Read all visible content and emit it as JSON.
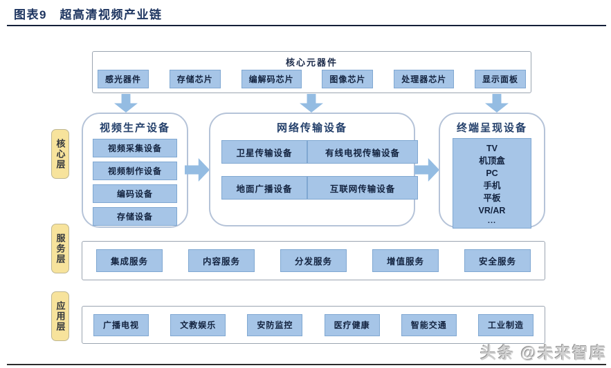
{
  "header": {
    "title": "图表9　超高清视频产业链"
  },
  "watermark": "头条 @未来智库",
  "colors": {
    "title_navy": "#1e3560",
    "chip_fill": "#a6c5e7",
    "chip_border": "#7fa7d1",
    "arrow_blue": "#94bce2",
    "layer_label_fill": "#f7e39c"
  },
  "diagram": {
    "core_components": {
      "title": "核心元器件",
      "items": [
        "感光器件",
        "存储芯片",
        "编解码芯片",
        "图像芯片",
        "处理器芯片",
        "显示面板"
      ]
    },
    "layer_labels": [
      "核心层",
      "服务层",
      "应用层"
    ],
    "columns": {
      "production": {
        "title": "视频生产设备",
        "items": [
          "视频采集设备",
          "视频制作设备",
          "编码设备",
          "存储设备"
        ]
      },
      "transmission": {
        "title": "网络传输设备",
        "items": [
          "卫星传输设备",
          "有线电视传输设备",
          "地面广播设备",
          "互联网传输设备"
        ]
      },
      "terminal": {
        "title": "终端呈现设备",
        "items": [
          "TV",
          "机顶盒",
          "PC",
          "手机",
          "平板",
          "VR/AR"
        ],
        "more": "..."
      }
    },
    "service_layer": {
      "items": [
        "集成服务",
        "内容服务",
        "分发服务",
        "增值服务",
        "安全服务"
      ]
    },
    "application_layer": {
      "items": [
        "广播电视",
        "文教娱乐",
        "安防监控",
        "医疗健康",
        "智能交通",
        "工业制造"
      ]
    }
  }
}
